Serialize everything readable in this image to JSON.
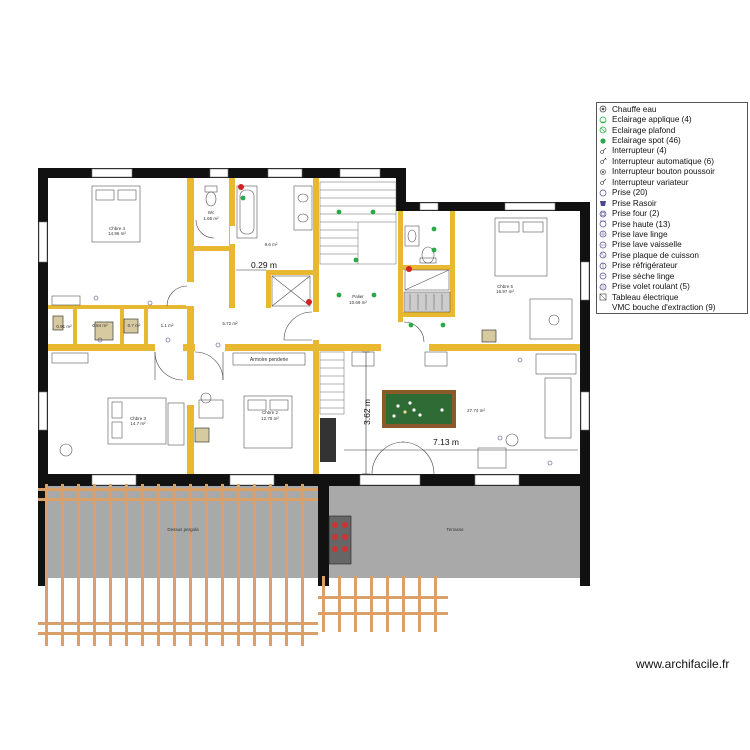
{
  "legend": {
    "items": [
      {
        "label": "Chauffe eau",
        "icon": "water-heater-icon"
      },
      {
        "label": "Eclairage applique (4)",
        "icon": "wall-light-icon"
      },
      {
        "label": "Eclairage plafond",
        "icon": "ceiling-light-icon"
      },
      {
        "label": "Eclairage spot (46)",
        "icon": "spot-light-icon"
      },
      {
        "label": "Interrupteur (4)",
        "icon": "switch-icon"
      },
      {
        "label": "Interrupteur automatique (6)",
        "icon": "auto-switch-icon"
      },
      {
        "label": "Interrupteur bouton poussoir",
        "icon": "push-button-icon"
      },
      {
        "label": "Interrupteur variateur",
        "icon": "dimmer-icon"
      },
      {
        "label": "Prise (20)",
        "icon": "outlet-icon"
      },
      {
        "label": "Prise Rasoir",
        "icon": "razor-outlet-icon"
      },
      {
        "label": "Prise four (2)",
        "icon": "oven-outlet-icon"
      },
      {
        "label": "Prise haute (13)",
        "icon": "high-outlet-icon"
      },
      {
        "label": "Prise lave linge",
        "icon": "washer-outlet-icon"
      },
      {
        "label": "Prise lave vaisselle",
        "icon": "dishwasher-outlet-icon"
      },
      {
        "label": "Prise plaque de cuisson",
        "icon": "cooktop-outlet-icon"
      },
      {
        "label": "Prise réfrigérateur",
        "icon": "fridge-outlet-icon"
      },
      {
        "label": "Prise sèche linge",
        "icon": "dryer-outlet-icon"
      },
      {
        "label": "Prise volet roulant (5)",
        "icon": "shutter-outlet-icon"
      },
      {
        "label": "Tableau électrique",
        "icon": "panel-icon"
      },
      {
        "label": "VMC bouche d'extraction (9)",
        "icon": "vmc-icon"
      }
    ]
  },
  "rooms": {
    "chbre4": {
      "name": "Chbre 4",
      "area": "14.96 m²"
    },
    "wc": {
      "name": "Wc",
      "area": "1.65 m²"
    },
    "sdb_area": {
      "area": "8.6 m²"
    },
    "palier": {
      "name": "Palier",
      "area": "10.69 m²"
    },
    "chbre5": {
      "name": "Chbre 5",
      "area": "16.97 m²"
    },
    "dressing_area": {
      "area": "5.72 m²"
    },
    "small1": {
      "area": "1.1 m²"
    },
    "small2": {
      "area": "0.91 m²"
    },
    "small3": {
      "area": "0.84 m²"
    },
    "small4": {
      "area": "0.7 m²"
    },
    "chbre3": {
      "name": "Chbre 3",
      "area": "14.7 m²"
    },
    "chbre2": {
      "name": "Chbre 2",
      "area": "12.78 m²"
    },
    "jeux_area": {
      "area": "27.74 m²"
    },
    "pergola": {
      "name": "Dessus pergola"
    },
    "terrasse": {
      "name": "Terrasse"
    }
  },
  "dimensions": {
    "d1": "0.29 m",
    "d2": "3.62 m",
    "d3": "7.13 m"
  },
  "labels": {
    "shelf": "Armoire penderie"
  },
  "watermark": "www.archifacile.fr",
  "colors": {
    "wall": "#111111",
    "partition": "#e8b830",
    "terrace": "#a8a8a8",
    "pergola": "#d9a06a",
    "billiard": "#2f6b34",
    "billiard_frame": "#8a5a2b",
    "spot": "#2aa84a",
    "outlet": "#4a4a8a",
    "red_marker": "#d42020"
  }
}
